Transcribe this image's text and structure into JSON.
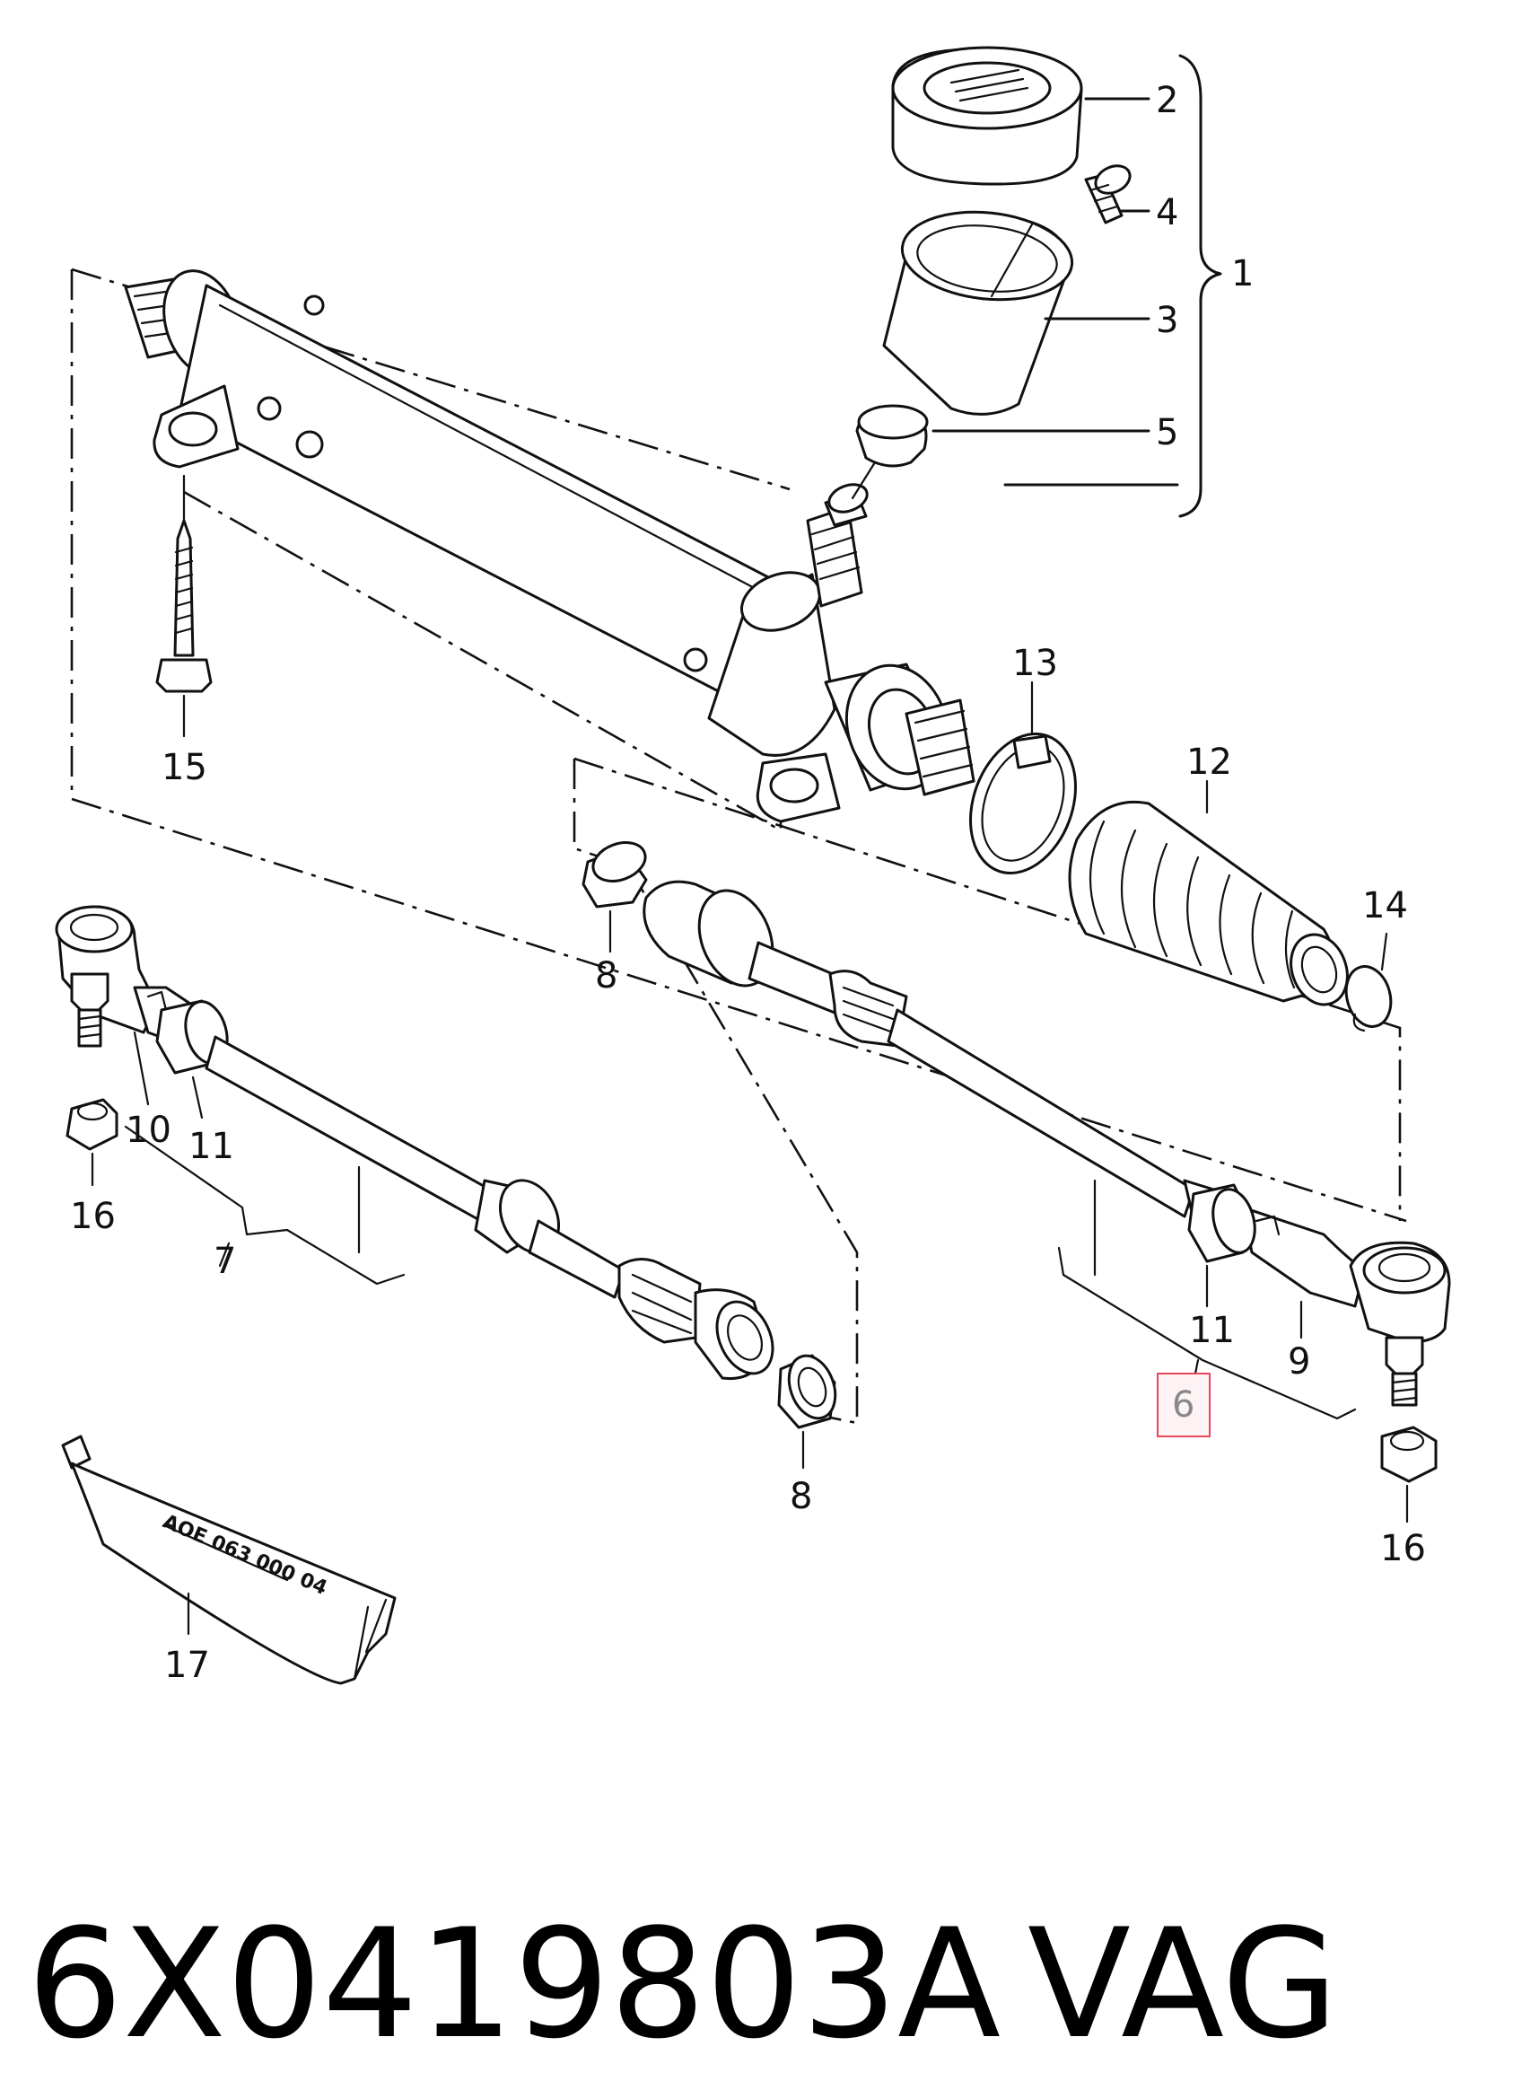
{
  "labels": {
    "l1": "1",
    "l2": "2",
    "l3": "3",
    "l4": "4",
    "l5": "5",
    "l6": "6",
    "l7": "7",
    "l8a": "8",
    "l8b": "8",
    "l9": "9",
    "l10": "10",
    "l11a": "11",
    "l11b": "11",
    "l12": "12",
    "l13": "13",
    "l14": "14",
    "l15": "15",
    "l16a": "16",
    "l16b": "16",
    "l17": "17"
  },
  "tube_text": "AOE 063 000 04",
  "footer": {
    "part_number": "6X0419803A",
    "brand": "VAG"
  },
  "colors": {
    "line": "#111111",
    "highlight_box": "#e8485a",
    "highlight_fill": "#fdf3f4",
    "highlight_text": "#888888"
  }
}
